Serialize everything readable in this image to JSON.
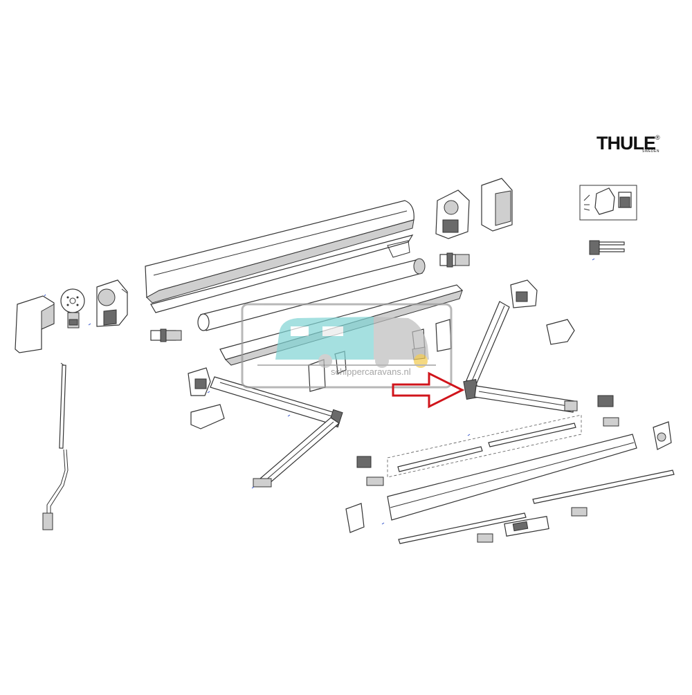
{
  "brand": {
    "logo_text": "THULE",
    "logo_mark": "®",
    "logo_sub": "SWEDEN"
  },
  "watermark": {
    "text": "schippercaravans.nl",
    "color": "#7fd3d3"
  },
  "highlight_arrow": {
    "color": "#d0141b",
    "points_to": "right arm elbow joint"
  },
  "colors": {
    "line": "#333333",
    "fill": "#ffffff",
    "shade": "#bdbdbd",
    "dark": "#555555"
  }
}
